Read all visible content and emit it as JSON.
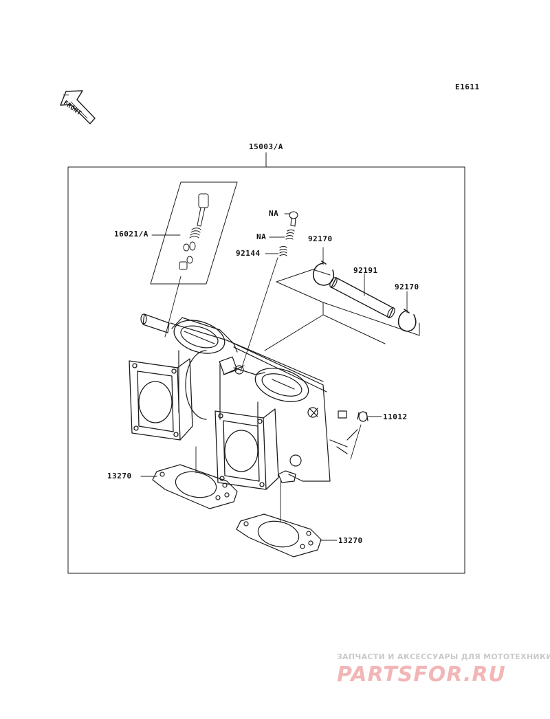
{
  "diagram_code": "E1611",
  "front_indicator": "FRONT",
  "parts": {
    "assembly": "15003/A",
    "needle_kit": "16021/A",
    "na_screw": "NA",
    "na_spring": "NA",
    "spring": "92144",
    "clip_left": "92170",
    "hose": "92191",
    "clip_right": "92170",
    "cap": "11012",
    "gasket_upper": "13270",
    "gasket_lower": "13270"
  },
  "watermark": {
    "tagline": "ЗАПЧАСТИ И АКСЕССУАРЫ ДЛЯ МОТОТЕХНИКИ",
    "logo": "PARTSFOR.RU"
  }
}
